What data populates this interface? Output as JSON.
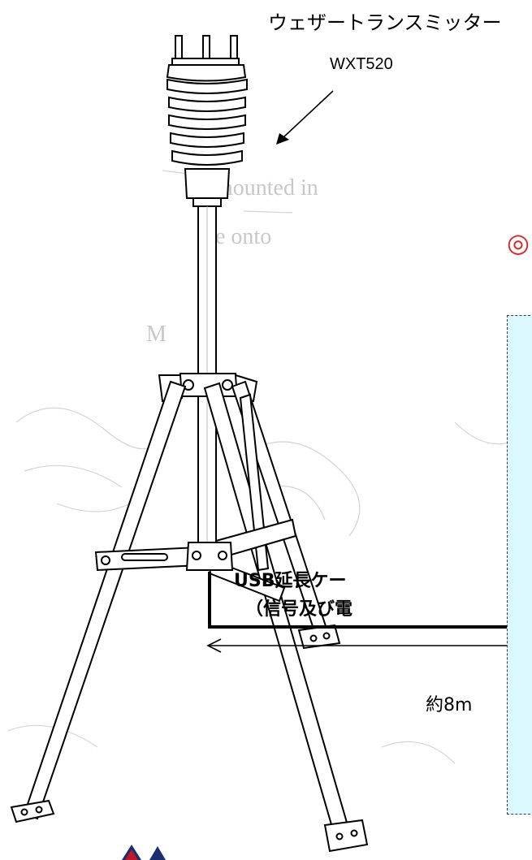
{
  "labels": {
    "title": "ウェザートランスミッター",
    "model": "WXT520",
    "cable": "USB延長ケー",
    "cable_sub": "（信号及び電",
    "distance": "約8m",
    "bullet": "◎"
  },
  "colors": {
    "line": "#000000",
    "callout_fill": "#dcf8ff",
    "bullet": "#e02020",
    "watermark": "#bdbdbd"
  }
}
